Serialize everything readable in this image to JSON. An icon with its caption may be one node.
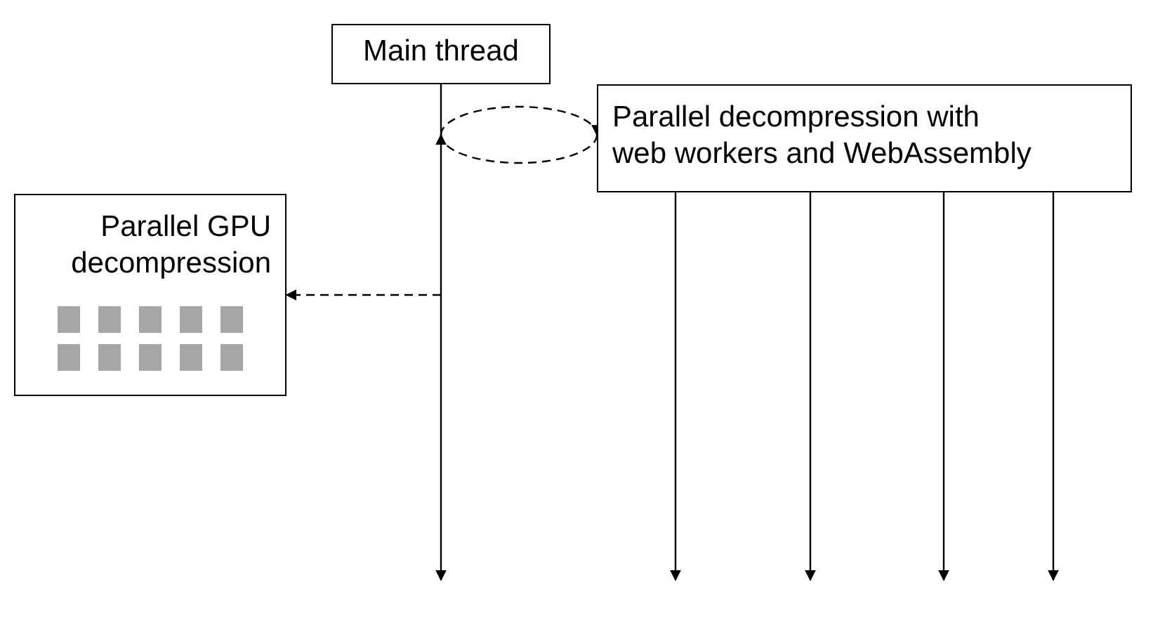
{
  "diagram": {
    "nodes": [
      {
        "text": [
          "Main thread"
        ]
      },
      {
        "text": [
          "Parallel decompression with web workers and WebAssembly"
        ]
      },
      {
        "text": [
          "Parallel GPU decompression"
        ]
      }
    ],
    "edges": [
      {
        "from": 0,
        "to": null,
        "arrow": "to"
      },
      {
        "from": null,
        "to": 1,
        "arrow": "to",
        "style": "dashed"
      },
      {
        "from": 1,
        "to": null,
        "arrow": "to",
        "style": "dashed"
      },
      {
        "from": null,
        "to": 2,
        "arrow": "to",
        "style": "dashed"
      },
      {
        "from": 1,
        "to": null,
        "arrow": "to"
      },
      {
        "from": 1,
        "to": null,
        "arrow": "to"
      },
      {
        "from": 1,
        "to": null,
        "arrow": "to"
      },
      {
        "from": 1,
        "to": null,
        "arrow": "to"
      }
    ]
  }
}
